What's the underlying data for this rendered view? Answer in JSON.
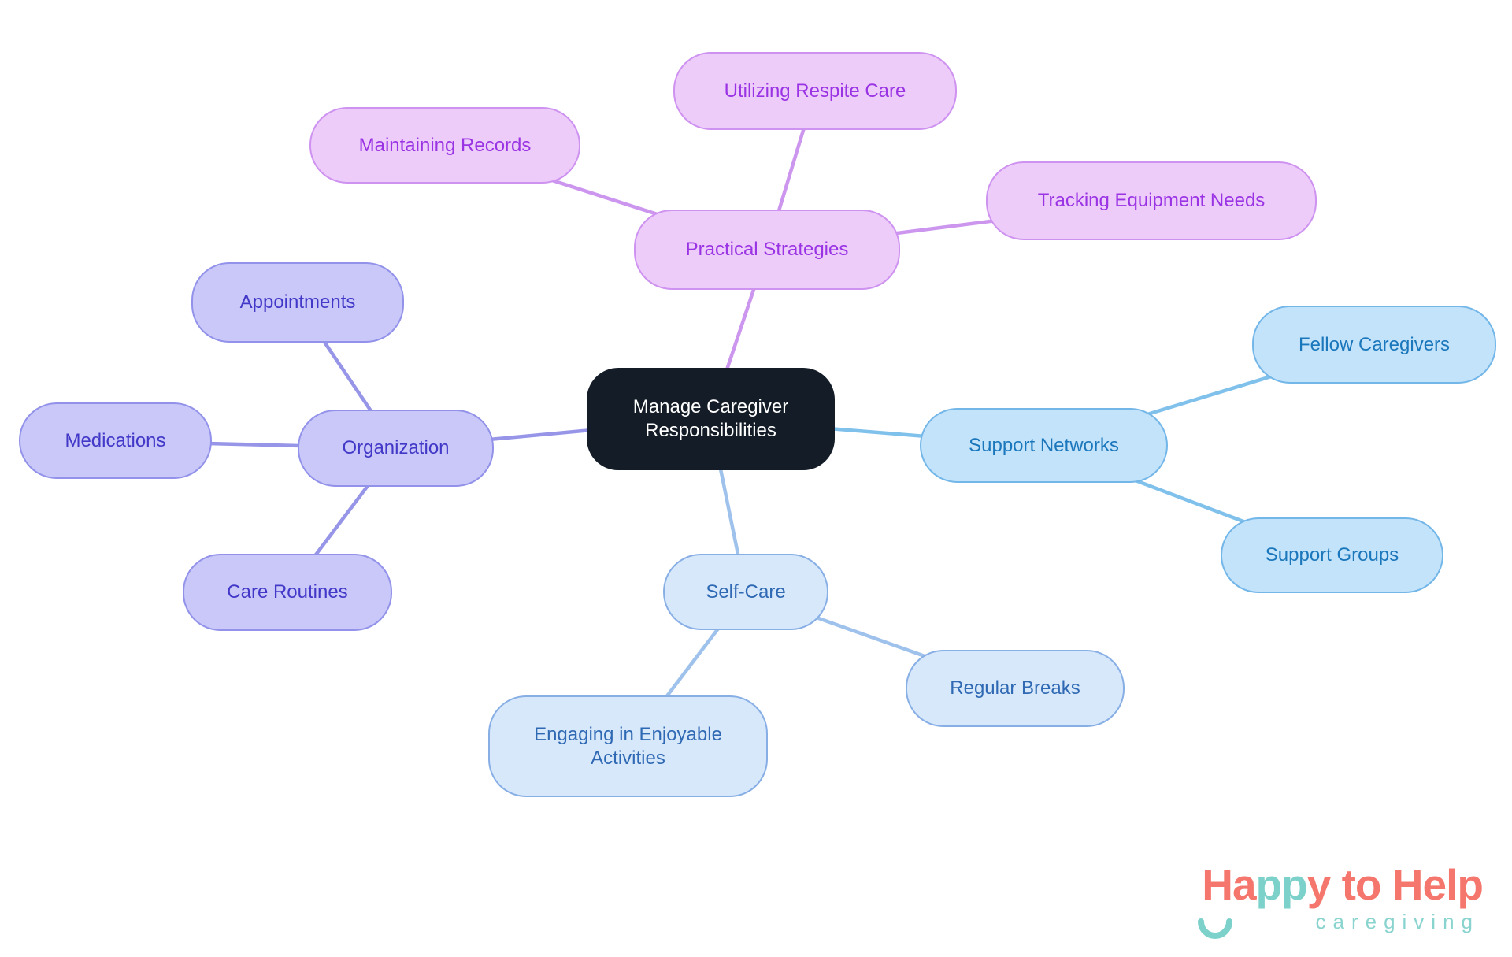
{
  "mindmap": {
    "root": {
      "label": "Manage Caregiver Responsibilities",
      "bg": "#141d27",
      "text_color": "#ffffff"
    },
    "branches": [
      {
        "label": "Practical Strategies",
        "fill": "#eeccfa",
        "border": "#ce92f0",
        "text_color": "#9933e3",
        "line_color": "#cc95ee",
        "children": [
          "Utilizing Respite Care",
          "Maintaining Records",
          "Tracking Equipment Needs"
        ]
      },
      {
        "label": "Organization",
        "fill": "#c9c8f8",
        "border": "#9292ea",
        "text_color": "#4238c8",
        "line_color": "#9795e8",
        "children": [
          "Appointments",
          "Medications",
          "Care Routines"
        ]
      },
      {
        "label": "Support Networks",
        "fill": "#c3e3fb",
        "border": "#73b6e8",
        "text_color": "#1b77bb",
        "line_color": "#80c1ec",
        "children": [
          "Fellow Caregivers",
          "Support Groups"
        ]
      },
      {
        "label": "Self-Care",
        "fill": "#d7e8fb",
        "border": "#88afe5",
        "text_color": "#2f69b3",
        "line_color": "#9ec2ec",
        "children": [
          "Regular Breaks",
          "Engaging in Enjoyable Activities"
        ]
      }
    ]
  },
  "logo": {
    "part1": "Ha",
    "part2": "pp",
    "part3": "y to Help",
    "tagline": "caregiving",
    "coral": "#f5766c",
    "teal": "#7dd1cb"
  }
}
